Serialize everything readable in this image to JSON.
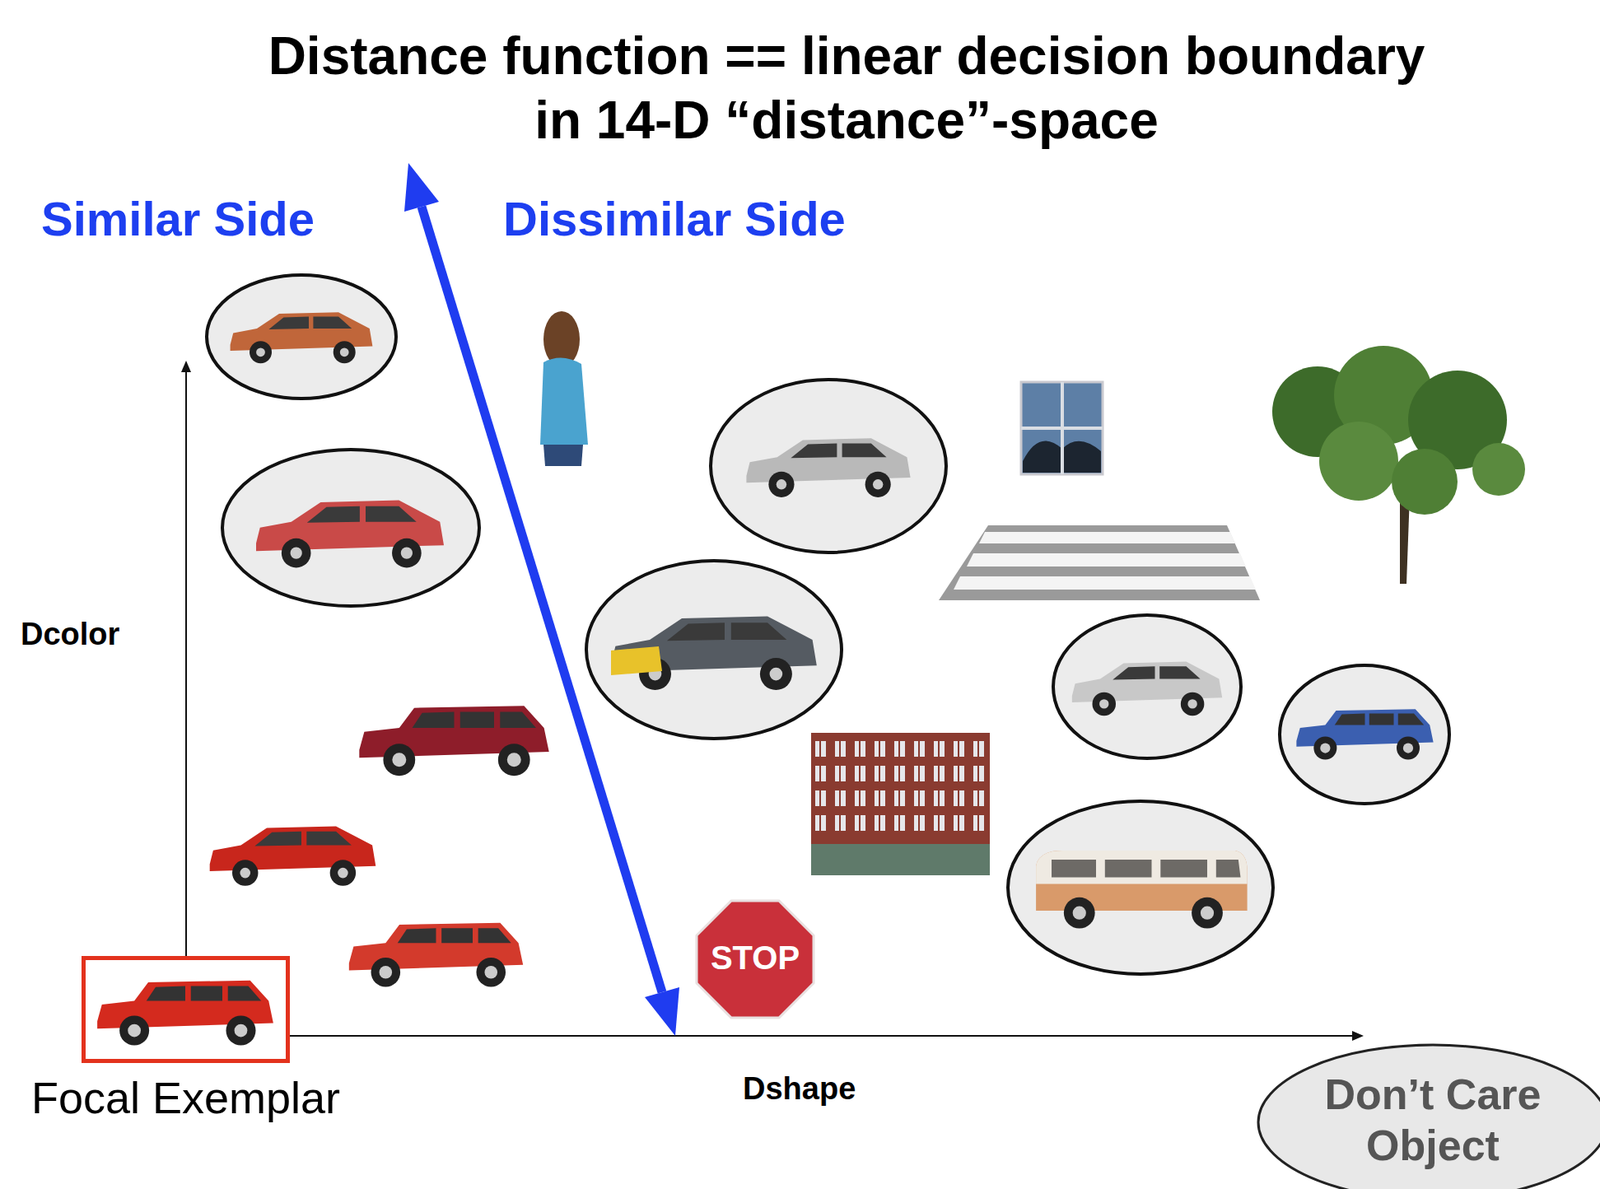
{
  "diagram": {
    "title": "Distance function == linear decision boundary in 14-D “distance”-space",
    "nodes": [
      {
        "text": [
          "Focal Exemplar"
        ]
      },
      {
        "text": [
          "Don’t Care Object"
        ]
      }
    ],
    "labels": [
      "Similar Side",
      "Dissimilar Side",
      "Dcolor",
      "Dshape",
      "STOP"
    ]
  }
}
